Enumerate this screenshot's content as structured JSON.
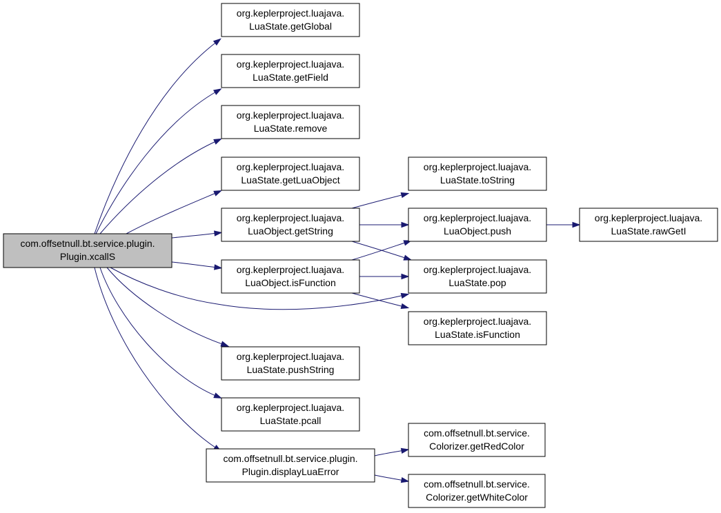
{
  "graph": {
    "root": {
      "id": "xcallS",
      "line1": "com.offsetnull.bt.service.plugin.",
      "line2": "Plugin.xcallS"
    },
    "nodes": [
      {
        "id": "getGlobal",
        "line1": "org.keplerproject.luajava.",
        "line2": "LuaState.getGlobal"
      },
      {
        "id": "getField",
        "line1": "org.keplerproject.luajava.",
        "line2": "LuaState.getField"
      },
      {
        "id": "remove",
        "line1": "org.keplerproject.luajava.",
        "line2": "LuaState.remove"
      },
      {
        "id": "getLuaObject",
        "line1": "org.keplerproject.luajava.",
        "line2": "LuaState.getLuaObject"
      },
      {
        "id": "getString",
        "line1": "org.keplerproject.luajava.",
        "line2": "LuaObject.getString"
      },
      {
        "id": "objIsFunction",
        "line1": "org.keplerproject.luajava.",
        "line2": "LuaObject.isFunction"
      },
      {
        "id": "pushString",
        "line1": "org.keplerproject.luajava.",
        "line2": "LuaState.pushString"
      },
      {
        "id": "pcall",
        "line1": "org.keplerproject.luajava.",
        "line2": "LuaState.pcall"
      },
      {
        "id": "displayLuaError",
        "line1": "com.offsetnull.bt.service.plugin.",
        "line2": "Plugin.displayLuaError"
      },
      {
        "id": "toString",
        "line1": "org.keplerproject.luajava.",
        "line2": "LuaState.toString"
      },
      {
        "id": "push",
        "line1": "org.keplerproject.luajava.",
        "line2": "LuaObject.push"
      },
      {
        "id": "pop",
        "line1": "org.keplerproject.luajava.",
        "line2": "LuaState.pop"
      },
      {
        "id": "stateIsFunction",
        "line1": "org.keplerproject.luajava.",
        "line2": "LuaState.isFunction"
      },
      {
        "id": "getRedColor",
        "line1": "com.offsetnull.bt.service.",
        "line2": "Colorizer.getRedColor"
      },
      {
        "id": "getWhiteColor",
        "line1": "com.offsetnull.bt.service.",
        "line2": "Colorizer.getWhiteColor"
      },
      {
        "id": "rawGetI",
        "line1": "org.keplerproject.luajava.",
        "line2": "LuaState.rawGetI"
      }
    ],
    "edges": [
      {
        "from": "xcallS",
        "to": "getGlobal"
      },
      {
        "from": "xcallS",
        "to": "getField"
      },
      {
        "from": "xcallS",
        "to": "remove"
      },
      {
        "from": "xcallS",
        "to": "getLuaObject"
      },
      {
        "from": "xcallS",
        "to": "getString"
      },
      {
        "from": "xcallS",
        "to": "objIsFunction"
      },
      {
        "from": "xcallS",
        "to": "pop"
      },
      {
        "from": "xcallS",
        "to": "pushString"
      },
      {
        "from": "xcallS",
        "to": "pcall"
      },
      {
        "from": "xcallS",
        "to": "displayLuaError"
      },
      {
        "from": "getString",
        "to": "toString"
      },
      {
        "from": "getString",
        "to": "push"
      },
      {
        "from": "getString",
        "to": "pop"
      },
      {
        "from": "objIsFunction",
        "to": "push"
      },
      {
        "from": "objIsFunction",
        "to": "pop"
      },
      {
        "from": "objIsFunction",
        "to": "stateIsFunction"
      },
      {
        "from": "push",
        "to": "rawGetI"
      },
      {
        "from": "displayLuaError",
        "to": "getRedColor"
      },
      {
        "from": "displayLuaError",
        "to": "getWhiteColor"
      }
    ],
    "edge_color": "#191970",
    "root_fill": "#bfbfbf"
  }
}
